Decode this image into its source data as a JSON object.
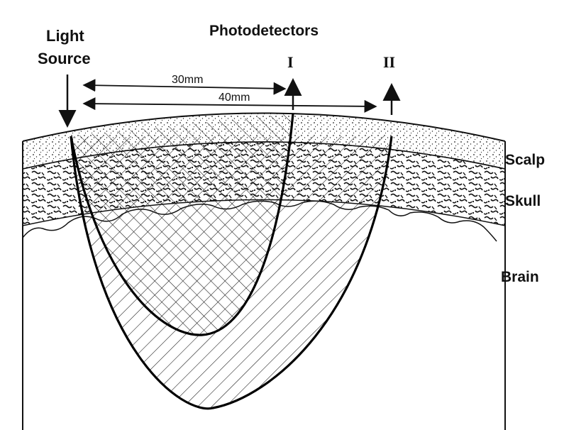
{
  "labels": {
    "light_source_line1": "Light",
    "light_source_line2": "Source",
    "photodetectors": "Photodetectors",
    "detector_1": "I",
    "detector_2": "II",
    "distance_1": "30mm",
    "distance_2": "40mm",
    "scalp": "Scalp",
    "skull": "Skull",
    "brain": "Brain"
  },
  "colors": {
    "ink": "#111111",
    "paper": "#ffffff"
  }
}
